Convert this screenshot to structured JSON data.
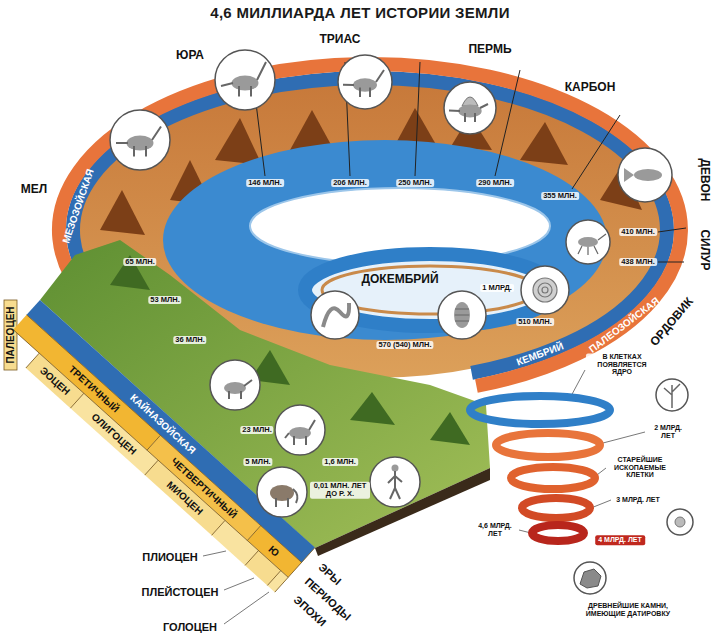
{
  "diagram": {
    "title": "4,6 МИЛЛИАРДА ЛЕТ ИСТОРИИ ЗЕМЛИ",
    "labels": [
      "ЮРА",
      "ТРИАС",
      "ПЕРМЬ",
      "КАРБОН",
      "ДЕВОН",
      "СИЛУР",
      "ОРДОВИК",
      "ПАЛЕОЗОЙСКАЯ",
      "КЕМБРИЙ",
      "МЕЛ",
      "МЕЗОЗОЙСКАЯ",
      "ДОКЕМБРИЙ",
      "146 МЛН.",
      "206 МЛН.",
      "250 МЛН.",
      "290 МЛН.",
      "355 МЛН.",
      "410 МЛН.",
      "438 МЛН.",
      "1 МЛРД.",
      "510 МЛН.",
      "570 (540) МЛН.",
      "65 МЛН.",
      "53 МЛН.",
      "36 МЛН.",
      "23 МЛН.",
      "5 МЛН.",
      "1,6 МЛН.",
      "0,01 МЛН. ЛЕТ ДО Р. Х.",
      "ПАЛЕОЦЕН",
      "ЭОЦЕН",
      "ТРЕТИЧНЫЙ",
      "КАЙНАЗОЙСКАЯ",
      "ОЛИГОЦЕН",
      "ЧЕТВЕРТИЧНЫЙ",
      "МИОЦЕН",
      "Ю",
      "ПЛИОЦЕН",
      "ПЛЕЙСТОЦЕН",
      "ГОЛОЦЕН",
      "ЭРЫ",
      "ПЕРИОДЫ",
      "ЭПОХИ",
      "В КЛЕТКАХ ПОЯВЛЯЕТСЯ ЯДРО",
      "2 МЛРД. ЛЕТ",
      "СТАРЕЙШИЕ ИСКОПАЕМЫЕ КЛЕТКИ",
      "3 МЛРД. ЛЕТ",
      "4,6 МЛРД. ЛЕТ",
      "4 МЛРД. ЛЕТ",
      "ДРЕВНЕЙШИЕ КАМНИ, ИМЕЮЩИЕ ДАТИРОВКУ"
    ]
  }
}
